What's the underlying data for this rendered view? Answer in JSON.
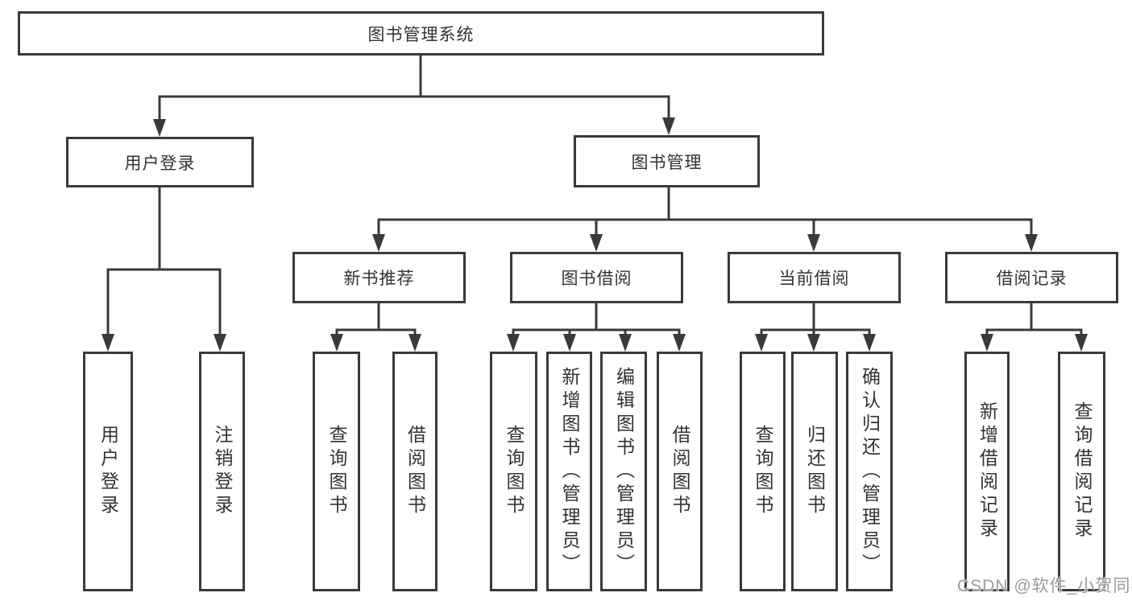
{
  "tree": {
    "label": "图书管理系统",
    "children": [
      {
        "label": "用户登录",
        "children": [
          {
            "label": "用户登录"
          },
          {
            "label": "注销登录"
          }
        ]
      },
      {
        "label": "图书管理",
        "children": [
          {
            "label": "新书推荐",
            "children": [
              {
                "label": "查询图书"
              },
              {
                "label": "借阅图书"
              }
            ]
          },
          {
            "label": "图书借阅",
            "children": [
              {
                "label": "查询图书"
              },
              {
                "label": "新增图书（管理员）"
              },
              {
                "label": "编辑图书（管理员）"
              },
              {
                "label": "借阅图书"
              }
            ]
          },
          {
            "label": "当前借阅",
            "children": [
              {
                "label": "查询图书"
              },
              {
                "label": "归还图书"
              },
              {
                "label": "确认归还（管理员）"
              }
            ]
          },
          {
            "label": "借阅记录",
            "children": [
              {
                "label": "新增借阅记录"
              },
              {
                "label": "查询借阅记录"
              }
            ]
          }
        ]
      }
    ]
  },
  "watermark": {
    "text": "CSDN @软件_小贺同学"
  },
  "colors": {
    "background": "#ffffff",
    "line": "#3a3a3a",
    "text": "#333333",
    "watermark": "#9b9b9b"
  }
}
